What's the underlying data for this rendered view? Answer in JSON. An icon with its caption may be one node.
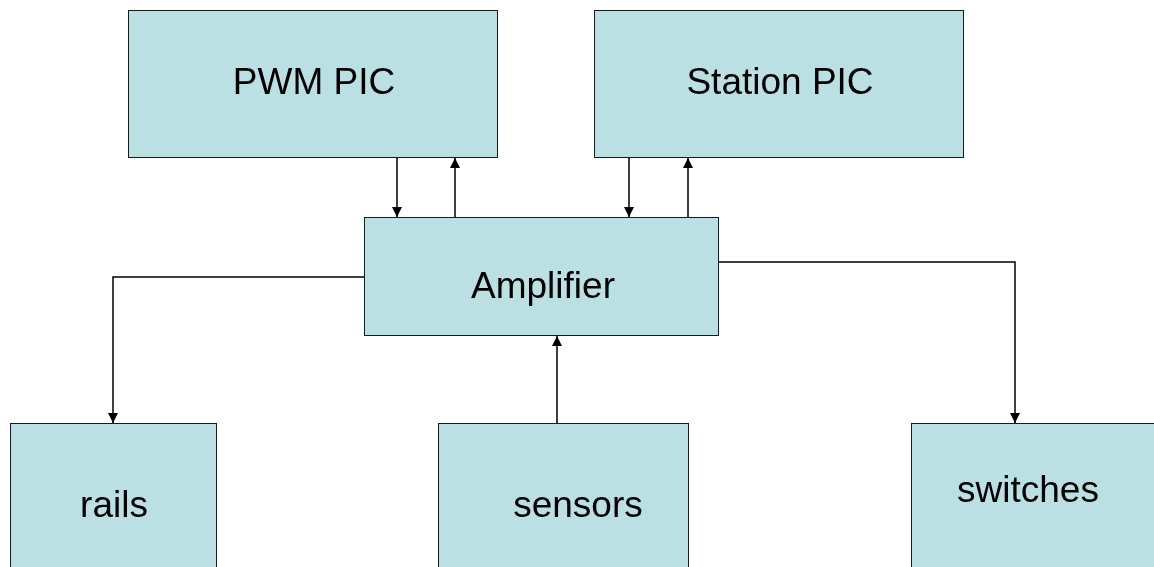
{
  "diagram": {
    "nodes": [
      {
        "text": [
          "PWM PIC"
        ]
      },
      {
        "text": [
          "Station PIC"
        ]
      },
      {
        "text": [
          "Amplifier"
        ]
      },
      {
        "text": [
          "rails"
        ]
      },
      {
        "text": [
          "sensors"
        ]
      },
      {
        "text": [
          "switches"
        ]
      }
    ],
    "edges": [
      {
        "from": 0,
        "to": 2,
        "arrow": "to"
      },
      {
        "from": 2,
        "to": 0,
        "arrow": "to"
      },
      {
        "from": 1,
        "to": 2,
        "arrow": "to"
      },
      {
        "from": 2,
        "to": 1,
        "arrow": "to"
      },
      {
        "from": 2,
        "to": 3,
        "arrow": "to"
      },
      {
        "from": 4,
        "to": 2,
        "arrow": "to"
      },
      {
        "from": 2,
        "to": 5,
        "arrow": "to"
      }
    ]
  }
}
